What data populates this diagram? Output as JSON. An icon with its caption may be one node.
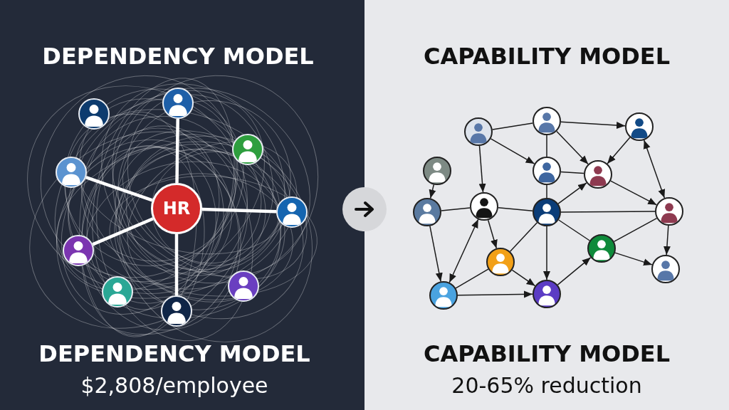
{
  "diagram": {
    "nodes": [
      {
        "text": [
          "HR"
        ]
      },
      {
        "text": [],
        "shape": "person"
      },
      {
        "text": [],
        "shape": "person"
      },
      {
        "text": [],
        "shape": "person"
      },
      {
        "text": [],
        "shape": "person"
      },
      {
        "text": [],
        "shape": "person"
      },
      {
        "text": [],
        "shape": "person"
      },
      {
        "text": [],
        "shape": "person"
      },
      {
        "text": [],
        "shape": "person"
      },
      {
        "text": [],
        "shape": "person"
      },
      {
        "text": [],
        "shape": "person"
      },
      {
        "text": [],
        "shape": "person"
      },
      {
        "text": [],
        "shape": "person"
      },
      {
        "text": [],
        "shape": "person"
      },
      {
        "text": [],
        "shape": "person"
      },
      {
        "text": [],
        "shape": "person"
      },
      {
        "text": [],
        "shape": "person"
      },
      {
        "text": [],
        "shape": "person"
      },
      {
        "text": [],
        "shape": "person"
      },
      {
        "text": [],
        "shape": "person"
      },
      {
        "text": [],
        "shape": "person"
      },
      {
        "text": [],
        "shape": "person"
      },
      {
        "text": [],
        "shape": "person"
      },
      {
        "text": [],
        "shape": "person"
      },
      {
        "text": [],
        "shape": "person"
      }
    ],
    "edges": [
      {
        "from": 0,
        "to": 1,
        "arrow": "none",
        "style": "thick",
        "color": "#ffffff"
      },
      {
        "from": 0,
        "to": 4,
        "arrow": "none",
        "style": "thick",
        "color": "#ffffff"
      },
      {
        "from": 0,
        "to": 5,
        "arrow": "none",
        "style": "thick",
        "color": "#ffffff"
      },
      {
        "from": 0,
        "to": 6,
        "arrow": "none",
        "style": "thick",
        "color": "#ffffff"
      },
      {
        "from": 0,
        "to": 9,
        "arrow": "none",
        "style": "thick",
        "color": "#ffffff"
      },
      {
        "from": 10,
        "to": 11,
        "arrow": "none"
      },
      {
        "from": 10,
        "to": 14,
        "arrow": "to"
      },
      {
        "from": 10,
        "to": 17,
        "arrow": "to"
      },
      {
        "from": 11,
        "to": 14,
        "arrow": "none"
      },
      {
        "from": 11,
        "to": 12,
        "arrow": "to"
      },
      {
        "from": 11,
        "to": 15,
        "arrow": "to"
      },
      {
        "from": 12,
        "to": 15,
        "arrow": "to"
      },
      {
        "from": 12,
        "to": 19,
        "arrow": "both"
      },
      {
        "from": 14,
        "to": 15,
        "arrow": "none"
      },
      {
        "from": 14,
        "to": 18,
        "arrow": "none"
      },
      {
        "from": 18,
        "to": 15,
        "arrow": "to"
      },
      {
        "from": 15,
        "to": 19,
        "arrow": "to"
      },
      {
        "from": 18,
        "to": 19,
        "arrow": "none"
      },
      {
        "from": 13,
        "to": 16,
        "arrow": "to"
      },
      {
        "from": 16,
        "to": 17,
        "arrow": "none"
      },
      {
        "from": 17,
        "to": 18,
        "arrow": "none"
      },
      {
        "from": 17,
        "to": 20,
        "arrow": "to"
      },
      {
        "from": 16,
        "to": 23,
        "arrow": "to"
      },
      {
        "from": 23,
        "to": 17,
        "arrow": "both"
      },
      {
        "from": 23,
        "to": 20,
        "arrow": "none"
      },
      {
        "from": 20,
        "to": 18,
        "arrow": "none"
      },
      {
        "from": 23,
        "to": 24,
        "arrow": "to"
      },
      {
        "from": 20,
        "to": 24,
        "arrow": "to"
      },
      {
        "from": 18,
        "to": 24,
        "arrow": "to"
      },
      {
        "from": 24,
        "to": 21,
        "arrow": "to"
      },
      {
        "from": 18,
        "to": 21,
        "arrow": "none"
      },
      {
        "from": 21,
        "to": 19,
        "arrow": "none"
      },
      {
        "from": 21,
        "to": 22,
        "arrow": "to"
      },
      {
        "from": 19,
        "to": 22,
        "arrow": "to"
      }
    ],
    "labels": [
      "DEPENDENCY MODEL",
      "CAPABILITY MODEL",
      "DEPENDENCY MODEL",
      "$2,808/employee",
      "CAPABILITY MODEL",
      "20-65% reduction"
    ]
  }
}
